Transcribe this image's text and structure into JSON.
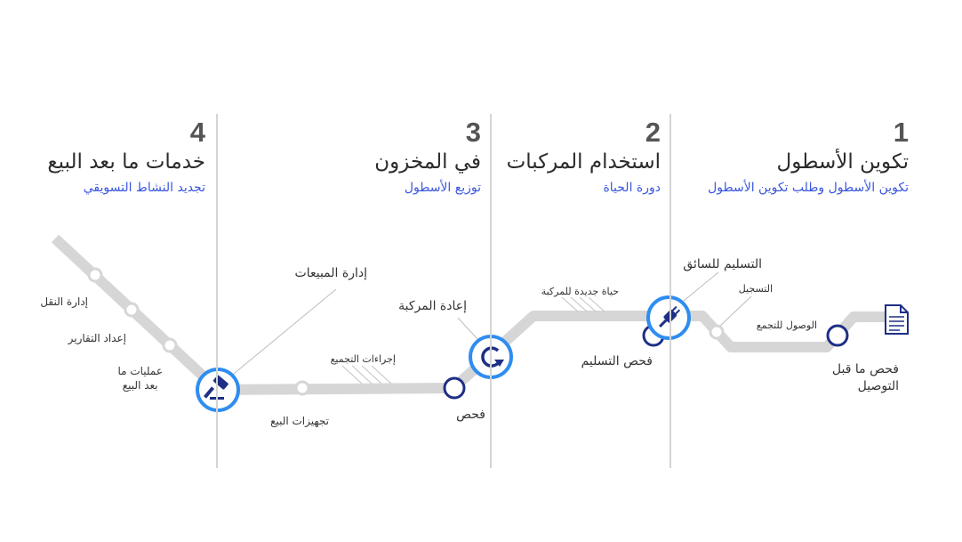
{
  "phases": [
    {
      "number": "1",
      "title": "تكوين الأسطول",
      "subtitle": "تكوين الأسطول وطلب تكوين الأسطول"
    },
    {
      "number": "2",
      "title": "استخدام المركبات",
      "subtitle": "دورة الحياة"
    },
    {
      "number": "3",
      "title": "في المخزون",
      "subtitle": "توزيع الأسطول"
    },
    {
      "number": "4",
      "title": "خدمات ما بعد البيع",
      "subtitle": "تجديد النشاط التسويقي"
    }
  ],
  "labels": {
    "pre_delivery_line1": "فحص ما قبل",
    "pre_delivery_line2": "التوصيل",
    "arrival_pool": "الوصول للتجمع",
    "registration": "التسجيل",
    "driver_delivery": "التسليم للسائق",
    "delivery_check": "فحص التسليم",
    "new_life": "حياة جديدة للمركبة",
    "vehicle_return": "إعادة المركبة",
    "inspection": "فحص",
    "assembly_procedures": "إجراءات التجميع",
    "sales_management": "إدارة المبيعات",
    "sales_prep": "تجهيزات البيع",
    "sales_ops_line1": "عمليات ما",
    "sales_ops_line2": "بعد البيع",
    "reports_prep": "إعداد التقارير",
    "transport_mgmt": "إدارة النقل"
  },
  "icons": {
    "document": "document-icon",
    "plug": "plug-icon",
    "cycle": "cycle-arrow-icon",
    "gavel": "gavel-icon"
  },
  "colors": {
    "track": "#d6d6d6",
    "accent": "#2f8df0",
    "node_dark": "#1e2f86",
    "subtitle": "#3a56e0",
    "divider": "#d4d4d4"
  }
}
